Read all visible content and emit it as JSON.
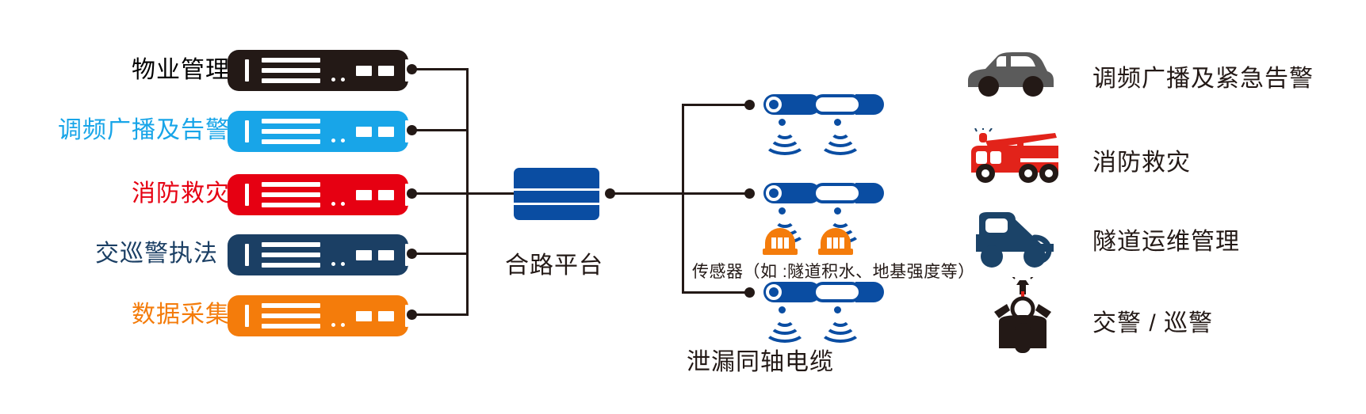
{
  "diagram": {
    "title": "合路平台系统架构图",
    "background": "#ffffff"
  },
  "colors": {
    "black": "#231916",
    "sky_blue": "#18a5e8",
    "red": "#e60012",
    "navy": "#1b3f64",
    "orange": "#f47c0b",
    "platform_blue": "#0a4da2",
    "car_gray": "#5b5b5b",
    "firetruck_red": "#e2231a",
    "tow_navy": "#1b4368"
  },
  "sources": {
    "items": [
      {
        "label": "物业管理",
        "color": "#231916",
        "server_icon": "server-rack-icon"
      },
      {
        "label": "调频广播及告警",
        "color": "#18a5e8",
        "server_icon": "server-rack-icon"
      },
      {
        "label": "消防救灾",
        "color": "#e60012",
        "server_icon": "server-rack-icon"
      },
      {
        "label": "交巡警执法",
        "color": "#1b3f64",
        "server_icon": "server-rack-icon"
      },
      {
        "label": "数据采集",
        "color": "#f47c0b",
        "server_icon": "server-rack-icon"
      }
    ]
  },
  "platform": {
    "label": "合路平台",
    "icon": "combiner-platform-icon"
  },
  "cables": {
    "caption": "泄漏同轴电缆",
    "icon": "leaky-coaxial-cable-icon",
    "count": 3,
    "sensor_caption": "传感器（如 :隧道积水、地基强度等）",
    "sensor_icon": "sensor-dome-icon",
    "signal_icon": "wireless-signal-icon"
  },
  "applications": {
    "items": [
      {
        "label": "调频广播及紧急告警",
        "icon": "car-icon"
      },
      {
        "label": "消防救灾",
        "icon": "fire-truck-icon"
      },
      {
        "label": "隧道运维管理",
        "icon": "tow-truck-icon"
      },
      {
        "label": "交警 / 巡警",
        "icon": "police-motorcycle-icon"
      }
    ]
  }
}
